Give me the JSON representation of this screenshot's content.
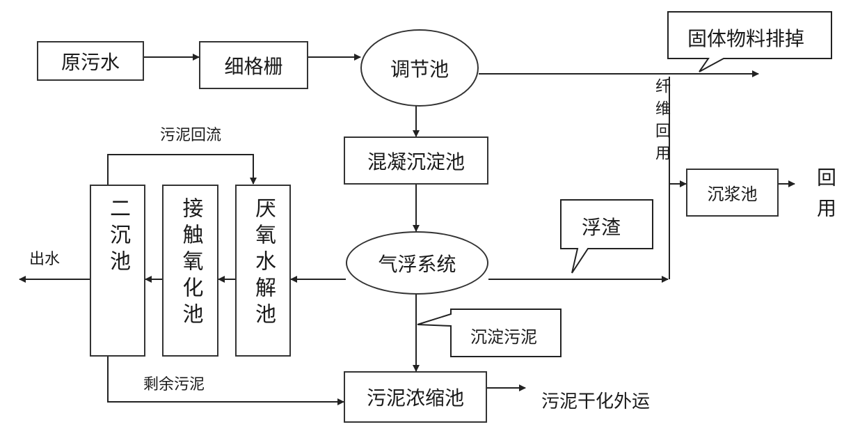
{
  "nodes": {
    "raw_sewage": "原污水",
    "fine_grille": "细格栅",
    "equalization_tank": "调节池",
    "coagulation_tank": "混凝沉淀池",
    "air_flotation": "气浮系统",
    "anaerobic_hydrolysis": "厌氧水解池",
    "contact_oxidation": "接触氧化池",
    "secondary_clarifier": "二沉池",
    "sludge_thickener": "污泥浓缩池",
    "pulp_tank": "沉浆池"
  },
  "callouts": {
    "solid_discharge": "固体物料排掉",
    "scum": "浮渣",
    "settled_sludge": "沉淀污泥"
  },
  "labels": {
    "sludge_return": "污泥回流",
    "effluent": "出水",
    "excess_sludge": "剩余污泥",
    "fiber_reuse": "纤维回用",
    "reuse": "回用",
    "sludge_dry_out": "污泥干化外运"
  }
}
